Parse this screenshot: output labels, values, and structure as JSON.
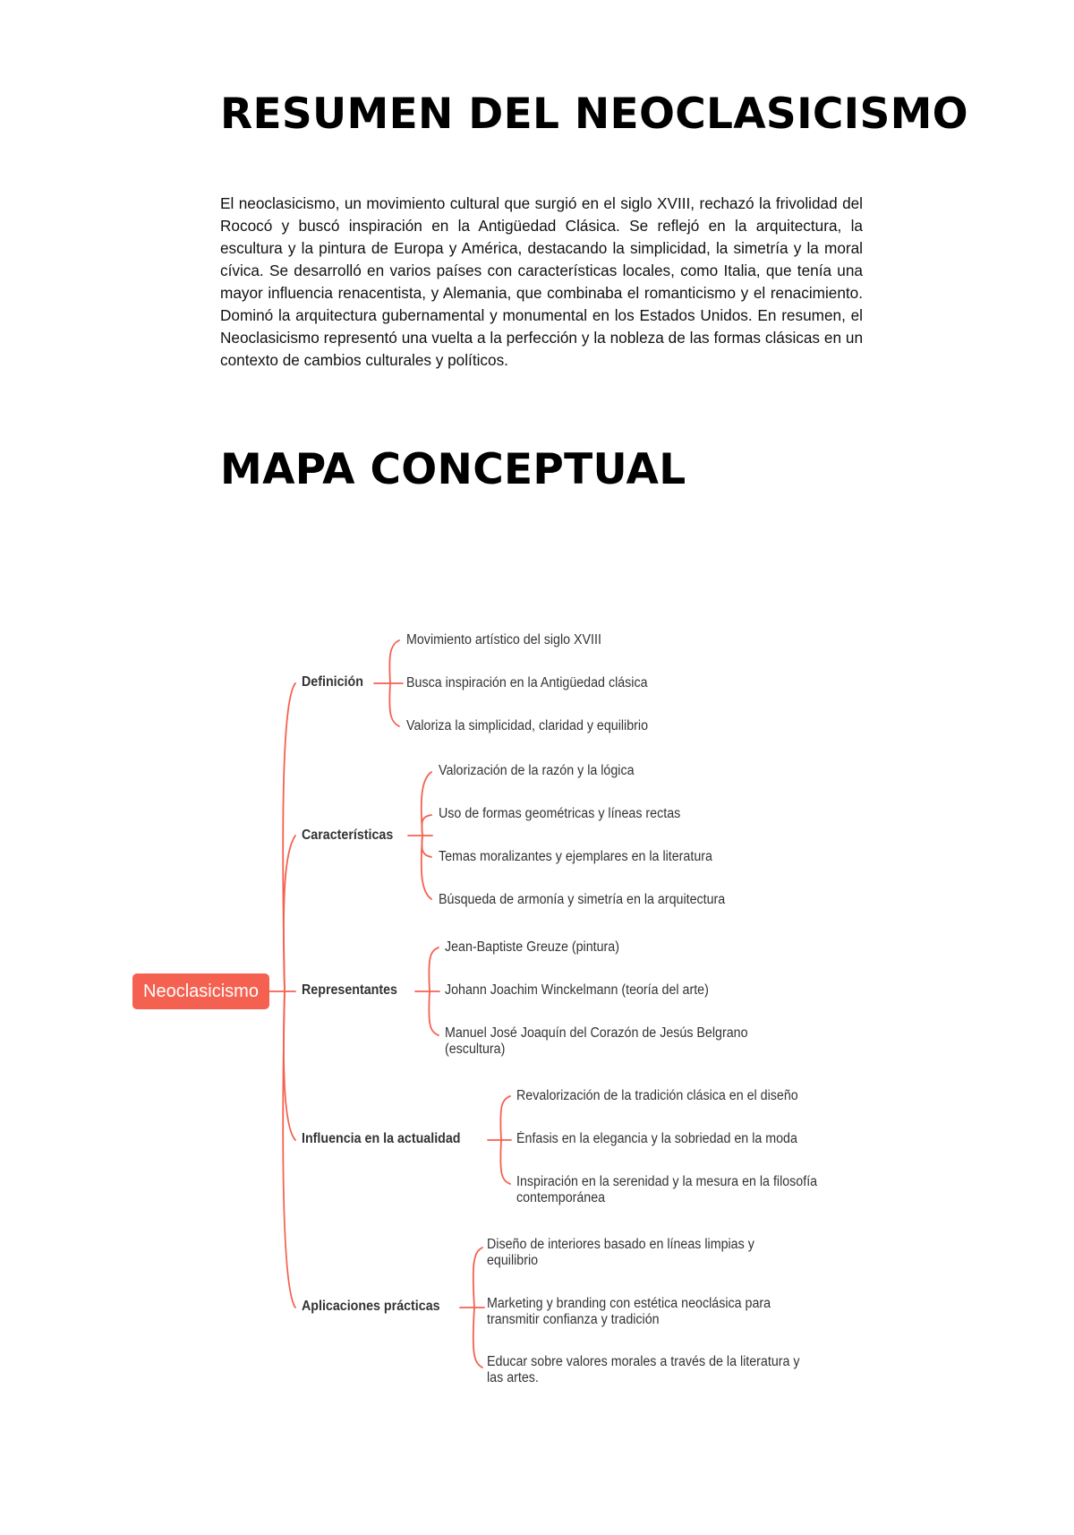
{
  "document": {
    "title": "RESUMEN DEL NEOCLASICISMO",
    "summary": "El neoclasicismo, un movimiento cultural que surgió en el siglo XVIII, rechazó la frivolidad del Rococó y buscó inspiración en la Antigüedad Clásica. Se reflejó en la arquitectura, la escultura y la pintura de Europa y América, destacando la simplicidad, la simetría y la moral cívica. Se desarrolló en varios países con características locales, como Italia, que tenía una mayor influencia renacentista, y Alemania, que combinaba el romanticismo y el renacimiento. Dominó la arquitectura gubernamental y monumental en los Estados Unidos. En resumen, el Neoclasicismo representó una vuelta a la perfección y la nobleza de las formas clásicas en un contexto de cambios culturales y políticos.",
    "map_title": "MAPA CONCEPTUAL"
  },
  "mindmap": {
    "accent_color": "#f56150",
    "root": "Neoclasicismo",
    "branches": [
      {
        "label": "Definición",
        "items": [
          "Movimiento artístico del siglo XVIII",
          "Busca inspiración en la Antigüedad clásica",
          "Valoriza la simplicidad, claridad y equilibrio"
        ]
      },
      {
        "label": "Características",
        "items": [
          "Valorización de la razón y la lógica",
          "Uso de formas geométricas y líneas rectas",
          "Temas moralizantes y ejemplares en la literatura",
          "Búsqueda de armonía y simetría en la arquitectura"
        ]
      },
      {
        "label": "Representantes",
        "items": [
          "Jean-Baptiste Greuze (pintura)",
          "Johann Joachim Winckelmann (teoría del arte)",
          "Manuel José Joaquín del Corazón de Jesús Belgrano (escultura)"
        ]
      },
      {
        "label": "Influencia en la actualidad",
        "items": [
          "Revalorización de la tradición clásica en el diseño",
          "Énfasis en la elegancia y la sobriedad en la moda",
          "Inspiración en la serenidad y la mesura en la filosofía contemporánea"
        ]
      },
      {
        "label": "Aplicaciones prácticas",
        "items": [
          "Diseño de interiores basado en líneas limpias y equilibrio",
          "Marketing y branding con estética neoclásica para transmitir confianza y tradición",
          "Educar sobre valores morales a través de la literatura y las artes."
        ]
      }
    ]
  }
}
